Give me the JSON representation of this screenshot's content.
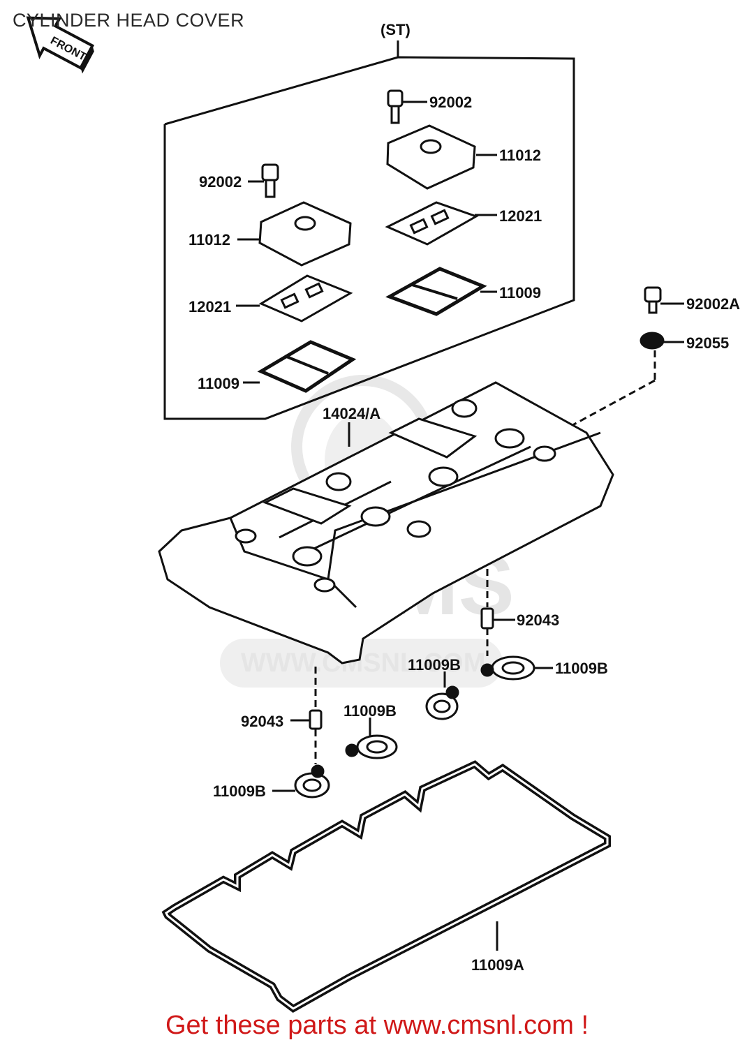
{
  "page": {
    "title": "CYLINDER HEAD COVER",
    "front_marker": "FRONT",
    "footer_link": "Get these parts at www.cmsnl.com !"
  },
  "watermark": {
    "logo": "CMS",
    "site": "WWW.CMSNL.COM"
  },
  "diagram": {
    "set_label": "(ST)",
    "labels": {
      "l_92002_top": "92002",
      "l_11012_top": "11012",
      "l_92002_left": "92002",
      "l_11012_left": "11012",
      "l_12021_right": "12021",
      "l_12021_left": "12021",
      "l_11009_right": "11009",
      "l_11009_left": "11009",
      "l_92002A": "92002A",
      "l_92055": "92055",
      "l_14024A": "14024/A",
      "l_92043_right": "92043",
      "l_11009B_far_right": "11009B",
      "l_11009B_mid": "11009B",
      "l_11009B_center": "11009B",
      "l_92043_left": "92043",
      "l_11009B_left": "11009B",
      "l_11009A": "11009A"
    }
  },
  "colors": {
    "line": "#111111",
    "footer": "#d01818",
    "watermark": "#d0d0d0"
  }
}
